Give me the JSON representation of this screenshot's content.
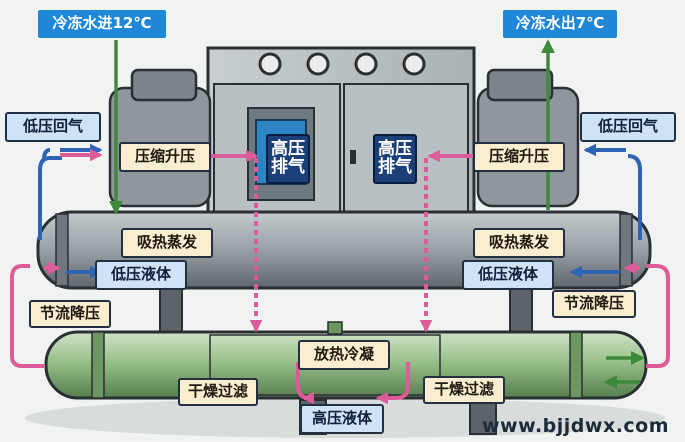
{
  "top": {
    "inlet": "冷冻水进12℃",
    "outlet": "冷冻水出7℃"
  },
  "left": {
    "return_gas": "低压回气",
    "compress": "压缩升压",
    "evaporate": "吸热蒸发",
    "low_liquid": "低压液体",
    "throttle": "节流降压"
  },
  "right": {
    "return_gas": "低压回气",
    "compress": "压缩升压",
    "evaporate": "吸热蒸发",
    "low_liquid": "低压液体",
    "throttle": "节流降压"
  },
  "center": {
    "discharge_left": "高压排气",
    "discharge_right": "高压排气",
    "condense": "放热冷凝",
    "high_liquid": "高压液体",
    "filter_left": "干燥过滤",
    "filter_right": "干燥过滤"
  },
  "watermark": "www.bjjdwx.com",
  "colors": {
    "refrigerant_gas": "#de5b99",
    "low_pressure": "#2f63b5",
    "chilled_water": "#3e8a3c",
    "label_blue": "#cfe3f7",
    "label_cream": "#fbedcf",
    "label_navy": "#1d3f78",
    "temp_tag": "#1f87d8"
  }
}
